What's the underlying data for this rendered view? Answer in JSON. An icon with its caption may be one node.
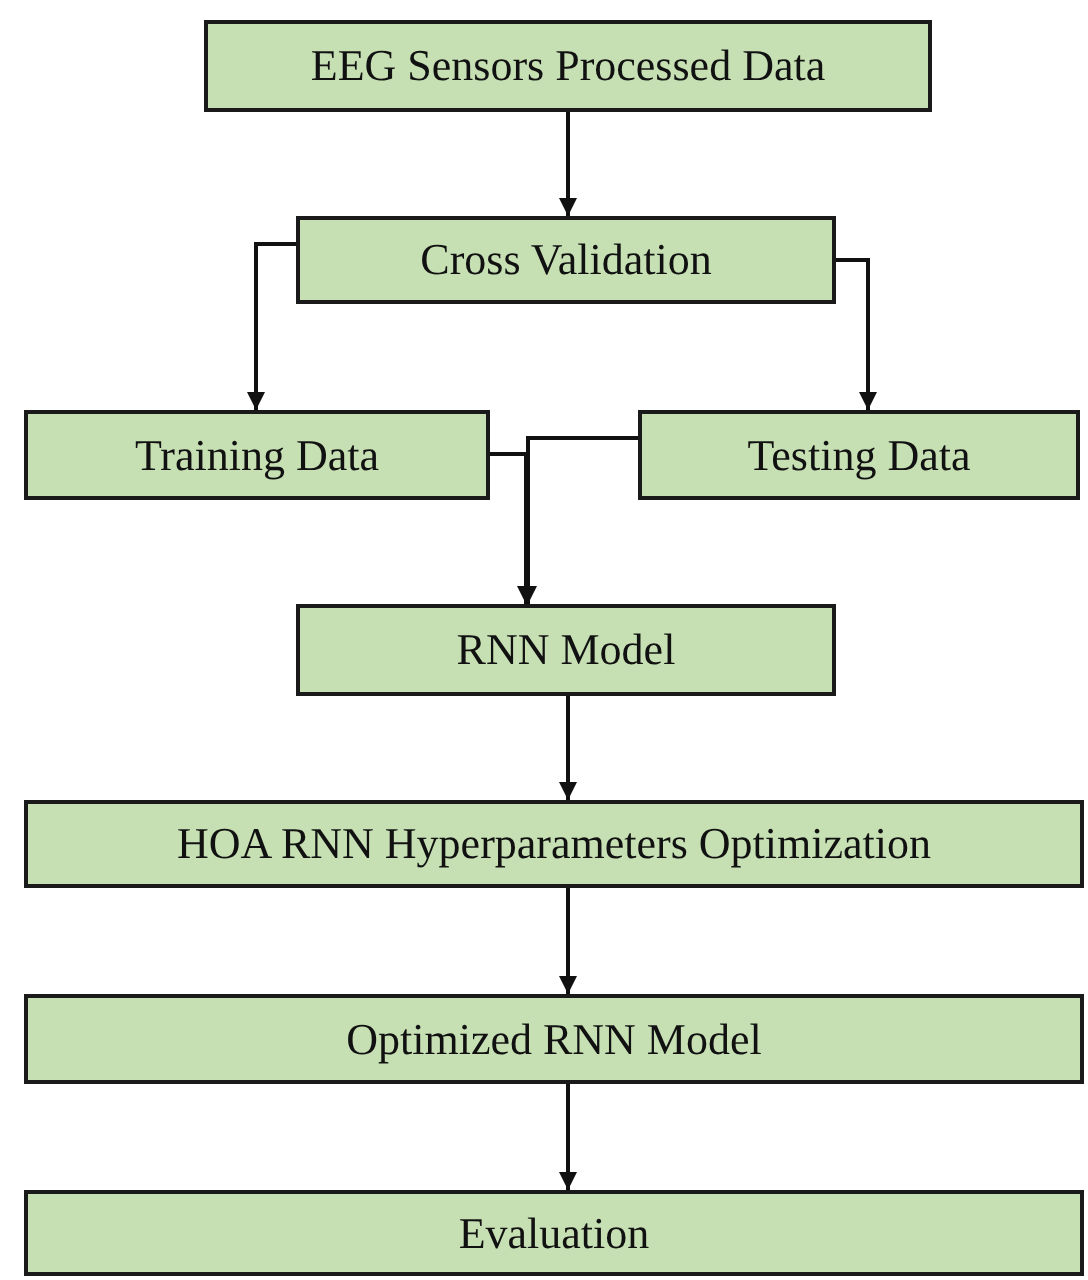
{
  "diagram": {
    "nodes": [
      {
        "text": [
          "EEG Sensors Processed Data"
        ]
      },
      {
        "text": [
          "Cross Validation"
        ]
      },
      {
        "text": [
          "Training Data"
        ]
      },
      {
        "text": [
          "Testing Data"
        ]
      },
      {
        "text": [
          "RNN Model"
        ]
      },
      {
        "text": [
          "HOA RNN Hyperparameters Optimization"
        ]
      },
      {
        "text": [
          "Optimized RNN Model"
        ]
      },
      {
        "text": [
          "Evaluation"
        ]
      }
    ],
    "edges": [
      {
        "from": 0,
        "to": 1,
        "arrow": "to"
      },
      {
        "from": 1,
        "to": 2,
        "arrow": "to"
      },
      {
        "from": 1,
        "to": 3,
        "arrow": "to"
      },
      {
        "from": 2,
        "to": 4,
        "arrow": "to"
      },
      {
        "from": 3,
        "to": 4,
        "arrow": "to"
      },
      {
        "from": 4,
        "to": 5,
        "arrow": "to"
      },
      {
        "from": 5,
        "to": 6,
        "arrow": "to"
      },
      {
        "from": 6,
        "to": 7,
        "arrow": "to"
      }
    ]
  }
}
